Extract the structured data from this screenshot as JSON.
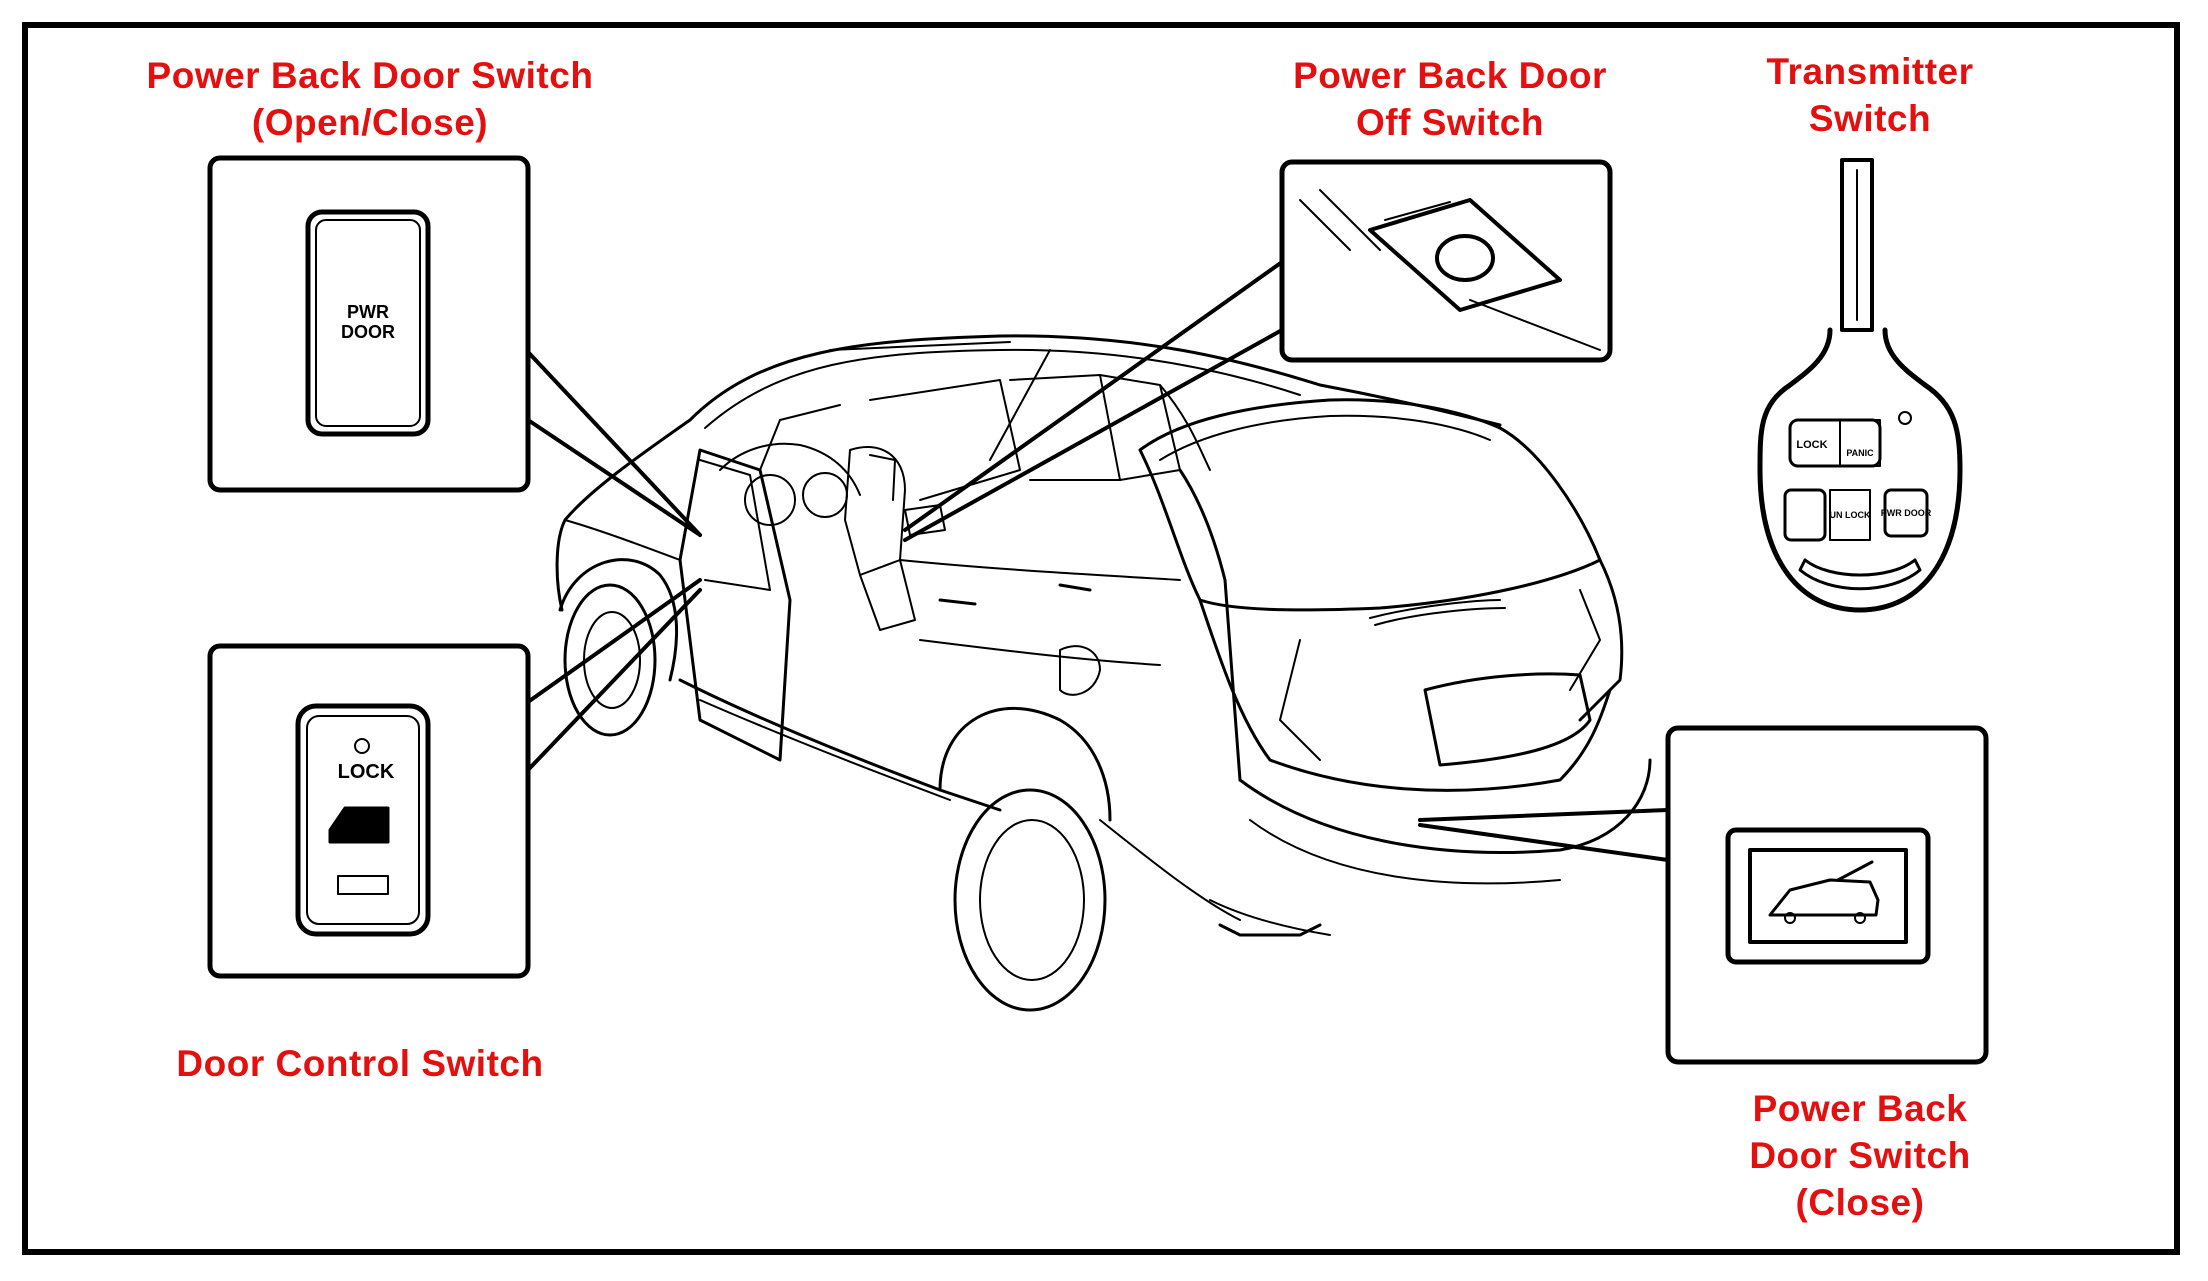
{
  "labels": {
    "pbd_open_close": {
      "line1": "Power Back Door Switch",
      "line2": "(Open/Close)"
    },
    "pbd_off": {
      "line1": "Power Back Door",
      "line2": "Off Switch"
    },
    "transmitter": {
      "line1": "Transmitter",
      "line2": "Switch"
    },
    "door_control": {
      "line1": "Door Control Switch"
    },
    "pbd_close": {
      "line1": "Power Back",
      "line2": "Door Switch",
      "line3": "(Close)"
    }
  },
  "switch_text": {
    "pwr_door_line1": "PWR",
    "pwr_door_line2": "DOOR",
    "lock_label": "LOCK",
    "key_lock": "LOCK",
    "key_unlock": "UN LOCK",
    "key_panic": "PANIC",
    "key_pwr_door": "PWR DOOR"
  },
  "colors": {
    "label_red": "#e41010",
    "line": "#000000"
  }
}
